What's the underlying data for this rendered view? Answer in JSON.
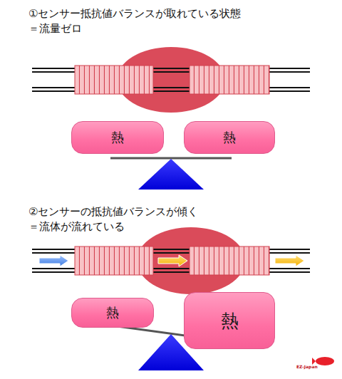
{
  "diagram": {
    "nodes": [
      {
        "text": [
          "熱"
        ]
      },
      {
        "text": [
          "熱"
        ]
      },
      {
        "text": [
          "熱"
        ]
      },
      {
        "text": [
          "熱"
        ]
      }
    ],
    "labels": [
      "①センサー抵抗値バランスが取れている状態",
      "＝流量ゼロ",
      "②センサーの抵抗値バランスが傾く",
      "＝流体が流れている",
      "EZ-Japan"
    ]
  }
}
